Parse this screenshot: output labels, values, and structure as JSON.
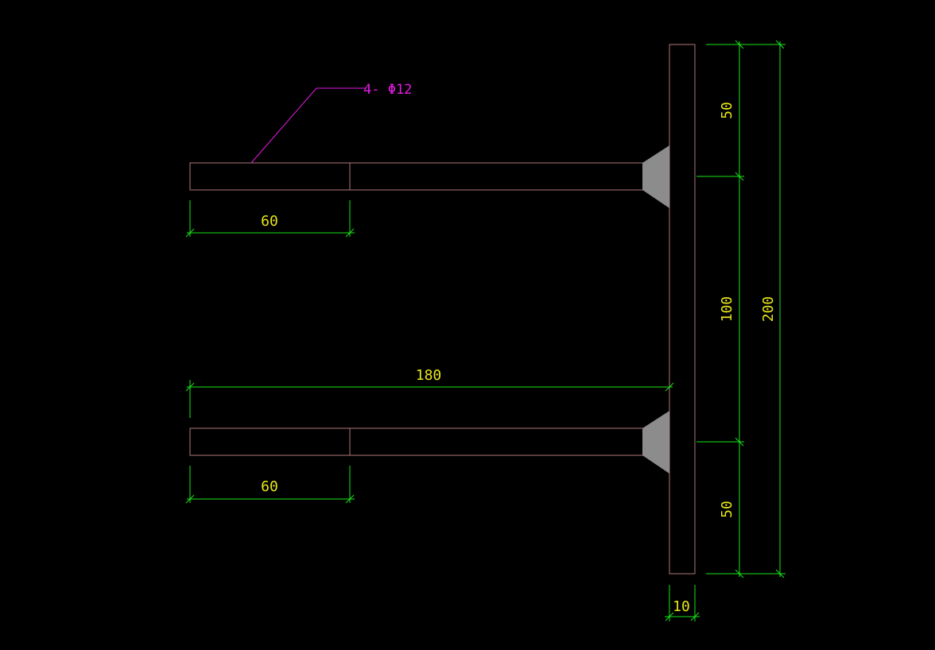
{
  "colors": {
    "background": "#000000",
    "outline": "#b07878",
    "dimension": "#19e619",
    "dimension_text": "#e6e619",
    "leader": "#e619e6",
    "weld_fill": "#8c8c8c"
  },
  "annotations": {
    "rebar_callout": "4- Φ12"
  },
  "dimensions": {
    "top_bar_length": "60",
    "bottom_bar_length": "60",
    "bar_overall_length": "180",
    "plate_top_segment": "50",
    "plate_middle_segment": "100",
    "plate_bottom_segment": "50",
    "plate_total_height": "200",
    "plate_thickness": "10"
  }
}
